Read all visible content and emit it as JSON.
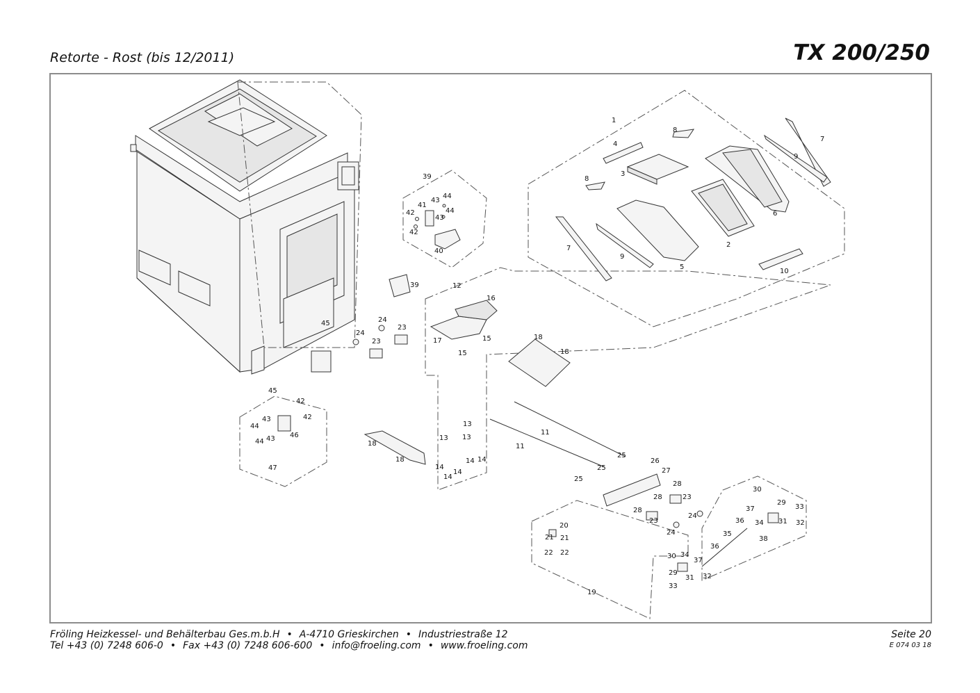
{
  "header": {
    "title": "Retorte - Rost (bis 12/2011)",
    "model": "TX 200/250"
  },
  "footer": {
    "company": "Fröling Heizkessel- und Behälterbau Ges.m.b.H",
    "city": "A-4710 Grieskirchen",
    "street": "Industriestraße 12",
    "tel": "Tel +43 (0) 7248 606-0",
    "fax": "Fax +43 (0) 7248 606-600",
    "email": "info@froeling.com",
    "web": "www.froeling.com",
    "page": "Seite 20",
    "doc_code": "E 074 03 18"
  },
  "part_numbers": [
    "1",
    "2",
    "3",
    "4",
    "5",
    "6",
    "7",
    "7",
    "8",
    "8",
    "9",
    "9",
    "10",
    "11",
    "11",
    "12",
    "13",
    "13",
    "13",
    "14",
    "14",
    "14",
    "14",
    "14",
    "15",
    "15",
    "16",
    "17",
    "18",
    "18",
    "18",
    "18",
    "19",
    "20",
    "21",
    "21",
    "22",
    "22",
    "23",
    "23",
    "23",
    "23",
    "24",
    "24",
    "24",
    "24",
    "25",
    "25",
    "25",
    "26",
    "27",
    "28",
    "28",
    "28",
    "29",
    "29",
    "30",
    "30",
    "31",
    "31",
    "32",
    "32",
    "33",
    "33",
    "34",
    "34",
    "35",
    "36",
    "36",
    "37",
    "37",
    "38",
    "39",
    "39",
    "40",
    "41",
    "42",
    "42",
    "42",
    "42",
    "43",
    "43",
    "43",
    "43",
    "44",
    "44",
    "44",
    "44",
    "45",
    "45",
    "46",
    "47"
  ]
}
